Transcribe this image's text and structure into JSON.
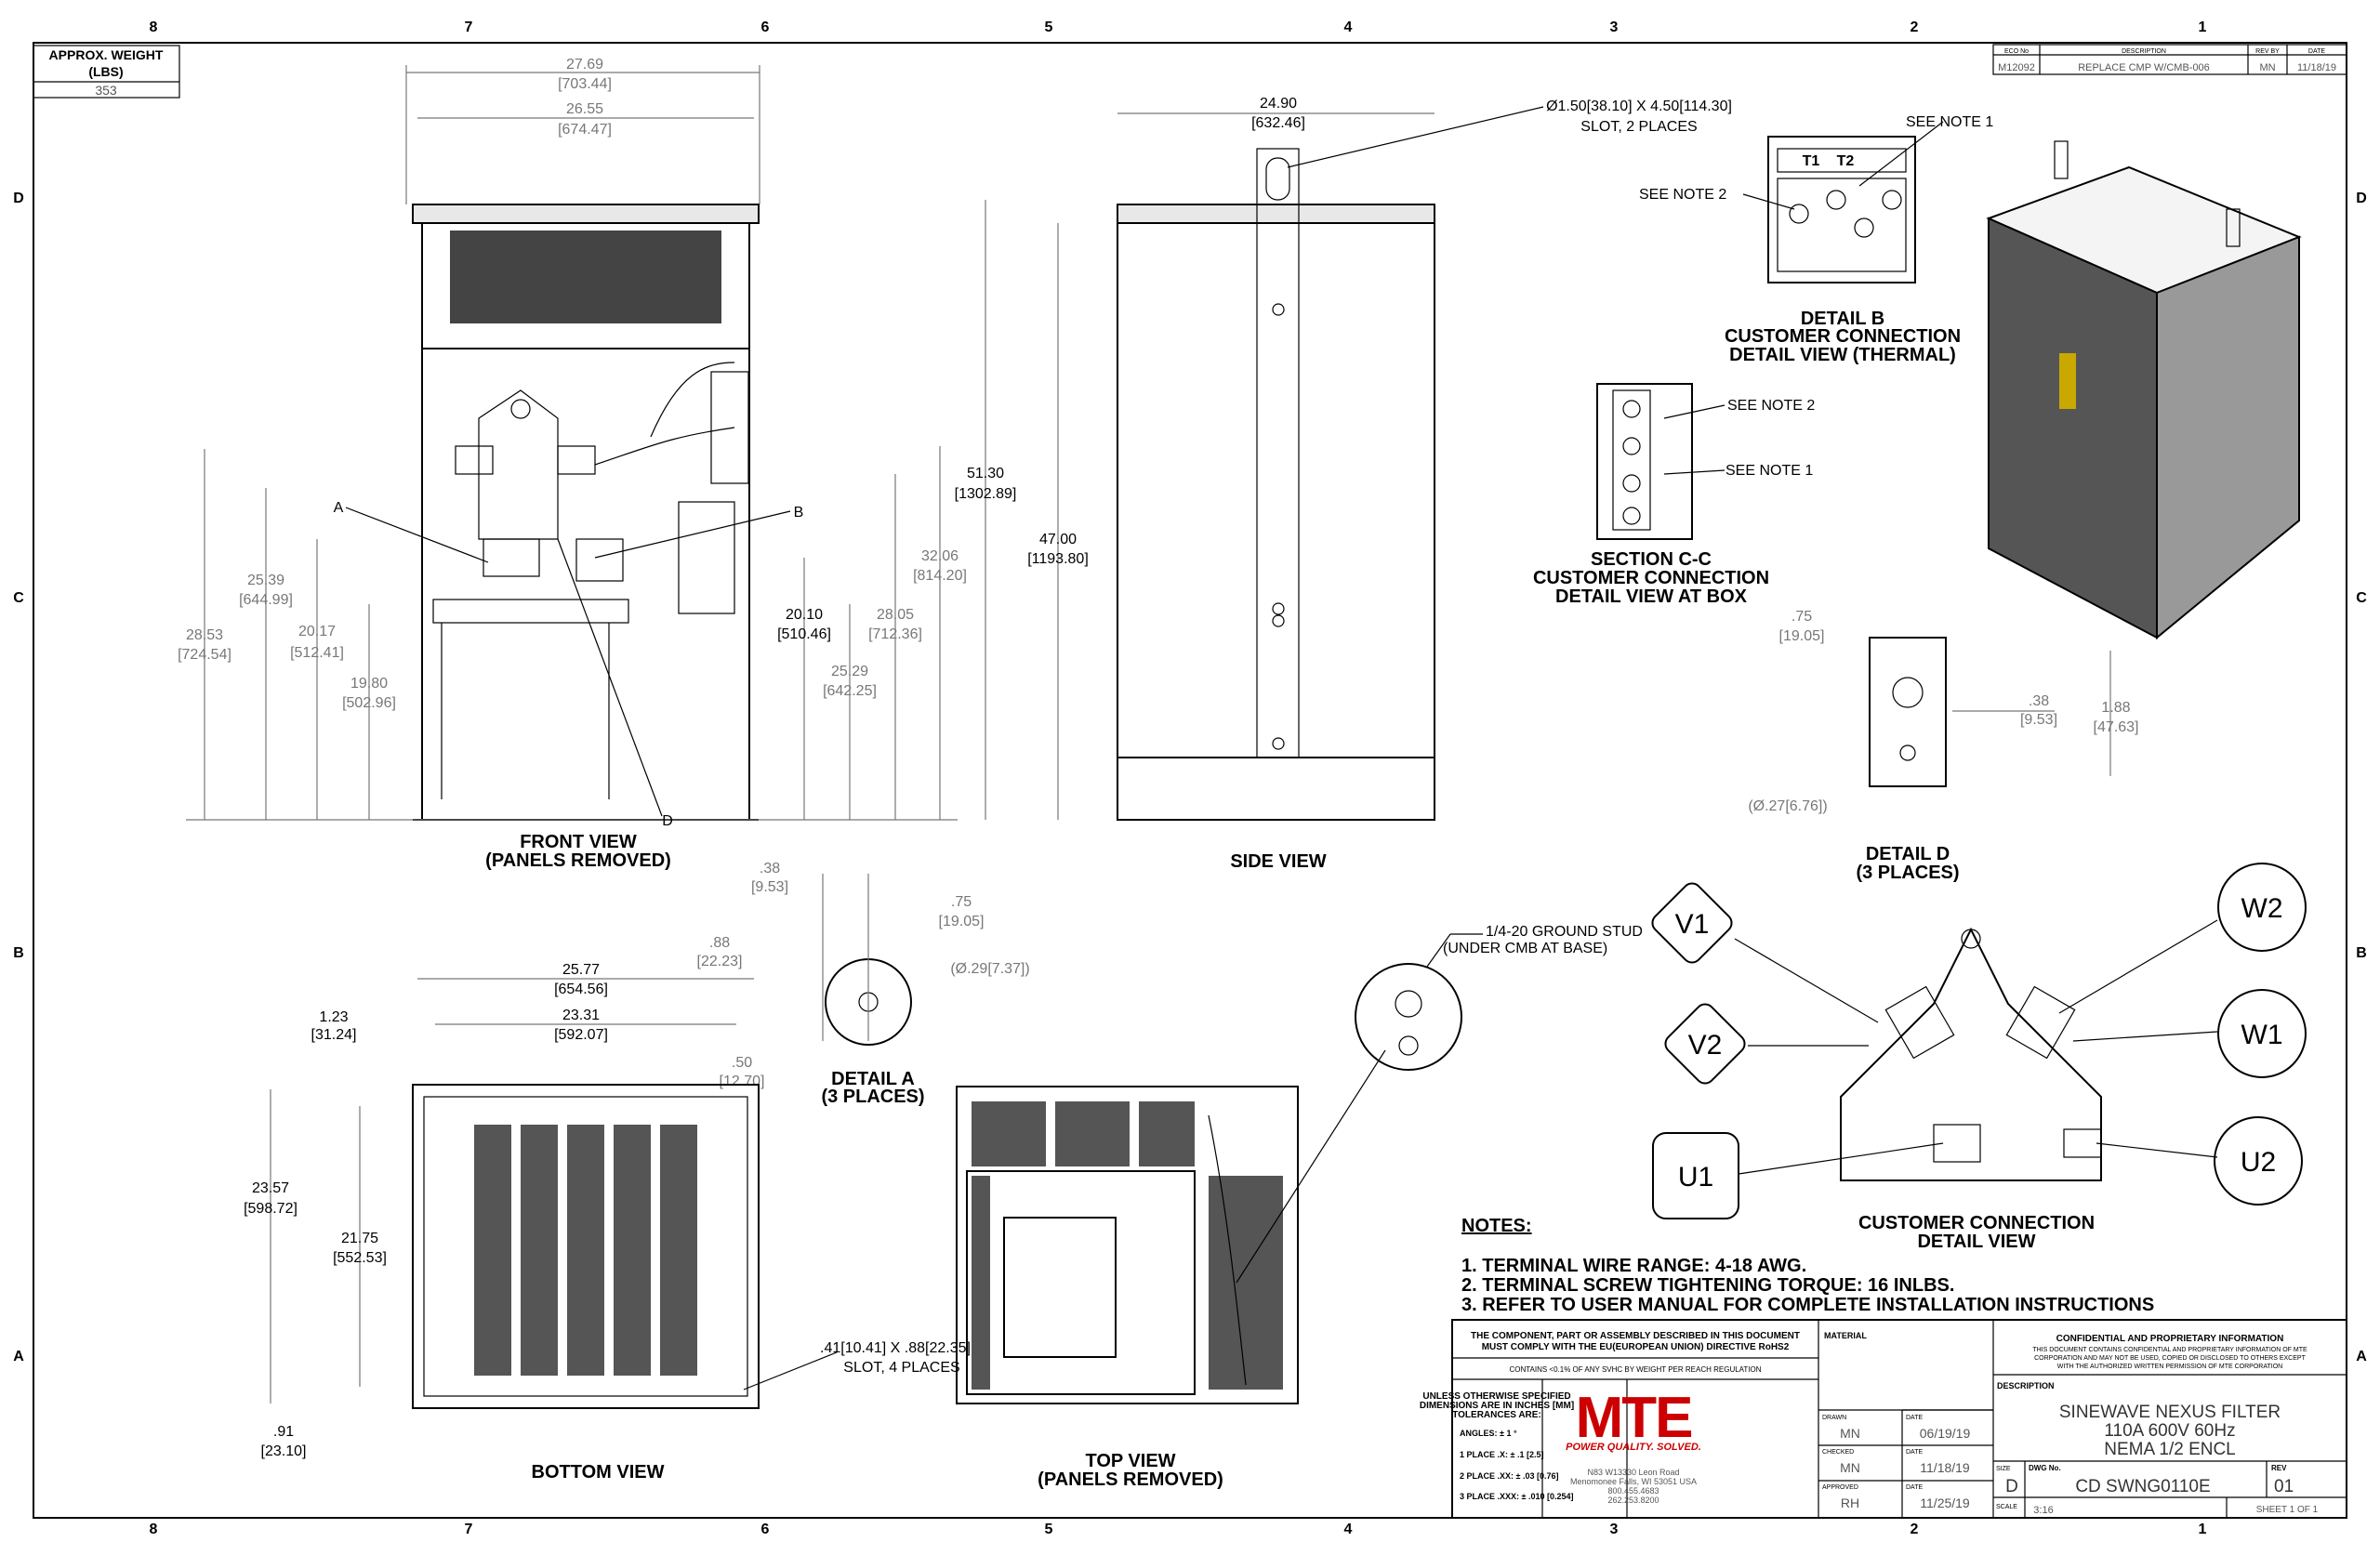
{
  "weight": {
    "title": "APPROX. WEIGHT",
    "unit": "(LBS)",
    "value": "353"
  },
  "zones_h": [
    "8",
    "7",
    "6",
    "5",
    "4",
    "3",
    "2",
    "1"
  ],
  "zones_v": [
    "D",
    "C",
    "B",
    "A"
  ],
  "revision": {
    "headers": [
      "ECO No",
      "DESCRIPTION",
      "REV BY",
      "DATE"
    ],
    "row": [
      "M12092",
      "REPLACE CMP W/CMB-006",
      "MN",
      "11/18/19"
    ]
  },
  "front_view": {
    "title": "FRONT VIEW",
    "subtitle": "(PANELS REMOVED)",
    "callouts": [
      "A",
      "B",
      "D"
    ],
    "dims": [
      [
        "27.69",
        "[703.44]"
      ],
      [
        "26.55",
        "[674.47]"
      ],
      [
        "25.39",
        "[644.99]"
      ],
      [
        "28.53",
        "[724.54]"
      ],
      [
        "20.17",
        "[512.41]"
      ],
      [
        "19.80",
        "[502.96]"
      ],
      [
        "20.10",
        "[510.46]"
      ],
      [
        "32.06",
        "[814.20]"
      ],
      [
        "28.05",
        "[712.36]"
      ],
      [
        "25.29",
        "[642.25]"
      ]
    ]
  },
  "side_view": {
    "title": "SIDE VIEW",
    "dims": [
      [
        "51.30",
        "[1302.89]"
      ],
      [
        "47.00",
        "[1193.80]"
      ],
      [
        "24.90",
        "[632.46]"
      ]
    ],
    "slot_note": [
      "Ø1.50[38.10] X 4.50[114.30]",
      "SLOT, 2 PLACES"
    ]
  },
  "detail_b": {
    "terminals": [
      "T1",
      "T2"
    ],
    "note1": "SEE NOTE 1",
    "note2": "SEE NOTE 2",
    "title": [
      "DETAIL B",
      "CUSTOMER CONNECTION",
      "DETAIL VIEW (THERMAL)"
    ]
  },
  "section_cc": {
    "note2": "SEE NOTE 2",
    "note1": "SEE NOTE 1",
    "title": [
      "SECTION C-C",
      "CUSTOMER CONNECTION",
      "DETAIL VIEW AT BOX"
    ]
  },
  "detail_d": {
    "dims": [
      [
        ".75",
        "[19.05]"
      ],
      [
        ".38",
        "[9.53]"
      ],
      [
        "1.88",
        "[47.63]"
      ]
    ],
    "hole": "(Ø.27[6.76])",
    "title": [
      "DETAIL D",
      "(3 PLACES)"
    ]
  },
  "detail_a": {
    "dims": [
      [
        ".38",
        "[9.53]"
      ],
      [
        ".75",
        "[19.05]"
      ],
      [
        ".88",
        "[22.23]"
      ],
      [
        ".50",
        "[12.70]"
      ]
    ],
    "hole": "(Ø.29[7.37])",
    "title": [
      "DETAIL A",
      "(3 PLACES)"
    ]
  },
  "bottom_view": {
    "title": "BOTTOM VIEW",
    "dims": [
      [
        "25.77",
        "[654.56]"
      ],
      [
        "23.31",
        "[592.07]"
      ],
      [
        "1.23",
        "[31.24]"
      ],
      [
        "23.57",
        "[598.72]"
      ],
      [
        "21.75",
        "[552.53]"
      ],
      [
        ".91",
        "[23.10]"
      ]
    ],
    "slot_note": [
      ".41[10.41] X .88[22.35]",
      "SLOT, 4 PLACES"
    ]
  },
  "top_view": {
    "title": "TOP VIEW",
    "subtitle": "(PANELS REMOVED)"
  },
  "ground_stud": [
    "1/4-20 GROUND STUD",
    "(UNDER CMB AT BASE)"
  ],
  "customer_connection": {
    "terminals": [
      "V1",
      "W2",
      "W1",
      "V2",
      "U1",
      "U2"
    ],
    "title": [
      "CUSTOMER CONNECTION",
      "DETAIL VIEW"
    ]
  },
  "notes": {
    "heading": "NOTES:",
    "items": [
      "1.  TERMINAL WIRE RANGE: 4-18 AWG.",
      "2.  TERMINAL SCREW TIGHTENING TORQUE: 16 INLBS.",
      "3.  REFER TO USER MANUAL FOR COMPLETE INSTALLATION INSTRUCTIONS"
    ]
  },
  "title_block": {
    "rohs": [
      "THE COMPONENT, PART OR ASSEMBLY DESCRIBED IN THIS DOCUMENT",
      "MUST COMPLY WITH THE EU(EUROPEAN UNION) DIRECTIVE RoHS2"
    ],
    "reach": "CONTAINS <0.1% OF ANY SVHC BY WEIGHT PER REACH REGULATION",
    "tolerances": [
      "UNLESS OTHERWISE SPECIFIED",
      "DIMENSIONS ARE IN INCHES [MM]",
      "TOLERANCES ARE:",
      "ANGLES: ± 1 °",
      "1 PLACE .X: ± .1 [2.5]",
      "2 PLACE .XX: ± .03 [0.76]",
      "3 PLACE .XXX: ± .010 [0.254]"
    ],
    "logo": "MTE",
    "tagline": "POWER QUALITY. SOLVED.",
    "address": [
      "N83 W13330 Leon Road",
      "Menomonee Falls, WI 53051 USA",
      "800.455.4683",
      "262.253.8200"
    ],
    "material_label": "MATERIAL",
    "drawn_label": "DRAWN",
    "drawn": "MN",
    "drawn_date": "06/19/19",
    "checked_label": "CHECKED",
    "checked": "MN",
    "checked_date": "11/18/19",
    "approved_label": "APPROVED",
    "approved": "RH",
    "approved_date": "11/25/19",
    "date_label": "DATE",
    "confidential_title": "CONFIDENTIAL AND PROPRIETARY INFORMATION",
    "confidential_text": [
      "THIS DOCUMENT CONTAINS CONFIDENTIAL AND PROPRIETARY INFORMATION OF MTE",
      "CORPORATION AND MAY NOT BE USED, COPIED OR DISCLOSED TO OTHERS EXCEPT",
      "WITH THE AUTHORIZED WRITTEN PERMISSION OF MTE CORPORATION"
    ],
    "description_label": "DESCRIPTION",
    "description": [
      "SINEWAVE NEXUS FILTER",
      "110A 600V 60Hz",
      "NEMA 1/2 ENCL"
    ],
    "size_label": "SIZE",
    "size": "D",
    "dwg_label": "DWG No.",
    "dwg": "CD SWNG0110E",
    "rev_label": "REV",
    "rev": "01",
    "scale_label": "SCALE",
    "scale": "3:16",
    "sheet": "SHEET 1  OF 1"
  },
  "colors": {
    "logo_red": "#cc0000",
    "dim_gray": "#777777"
  }
}
